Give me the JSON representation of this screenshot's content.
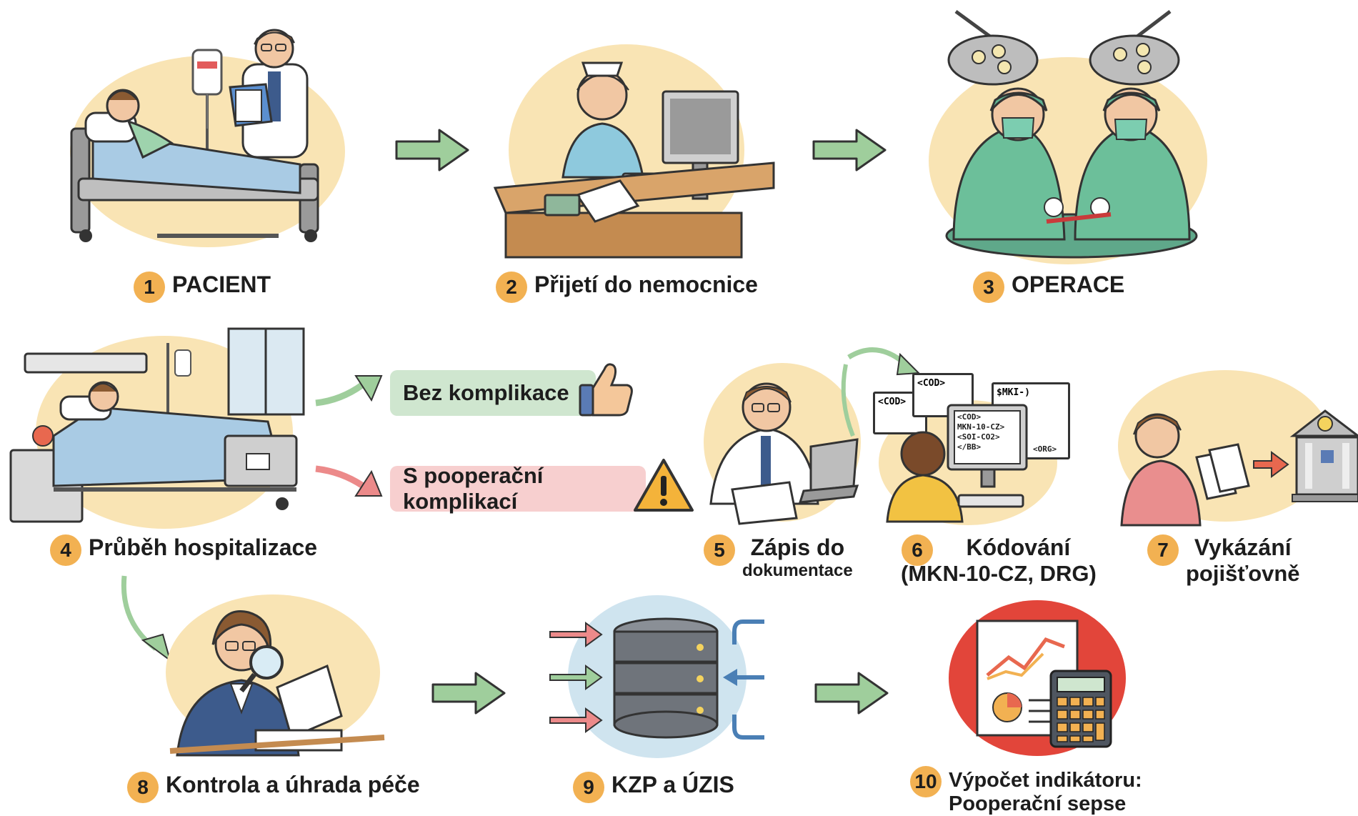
{
  "steps": [
    {
      "num": "1",
      "label": "PACIENT"
    },
    {
      "num": "2",
      "label": "Přijetí do nemocnice"
    },
    {
      "num": "3",
      "label": "OPERACE"
    },
    {
      "num": "4",
      "label": "Průběh hospitalizace"
    },
    {
      "num": "5",
      "label": "Zápis do",
      "sub": "dokumentace"
    },
    {
      "num": "6",
      "label": "Kódování",
      "sub": "(MKN-10-CZ, DRG)"
    },
    {
      "num": "7",
      "label": "Vykázání",
      "sub": "pojišťovně"
    },
    {
      "num": "8",
      "label": "Kontrola a úhrada péče"
    },
    {
      "num": "9",
      "label": "KZP a ÚZIS"
    },
    {
      "num": "10",
      "label": "Výpočet indikátoru:",
      "sub": "Pooperační sepse"
    }
  ],
  "outcomes": {
    "ok": "Bez komplikace",
    "complication": "S pooperační komplikací"
  },
  "code_screens": {
    "left": "<COD>",
    "middle": "<COD>",
    "right": "$MKI-)",
    "monitor_lines": [
      "<COD>",
      "MKN-10-CZ>",
      "<SOI-CO2>",
      "</BB>",
      "<ORG>"
    ]
  },
  "colors": {
    "badge": "#f2b152",
    "blob": "#f9e4b4",
    "arrow_green": "#9fce9c",
    "arrow_red": "#ec8a8a",
    "scrub_green": "#6cbf9a",
    "outcome_green": "#cfe6cf",
    "outcome_red": "#f7cfcf"
  },
  "icons": [
    "patient-bed-icon",
    "doctor-icon",
    "nurse-computer-icon",
    "surgeons-icon",
    "surgical-lamp-icon",
    "thumbs-up-icon",
    "warning-icon",
    "doctor-laptop-icon",
    "coder-monitor-icon",
    "insurance-building-icon",
    "magnifier-icon",
    "database-icon",
    "calculator-icon",
    "chart-report-icon"
  ]
}
